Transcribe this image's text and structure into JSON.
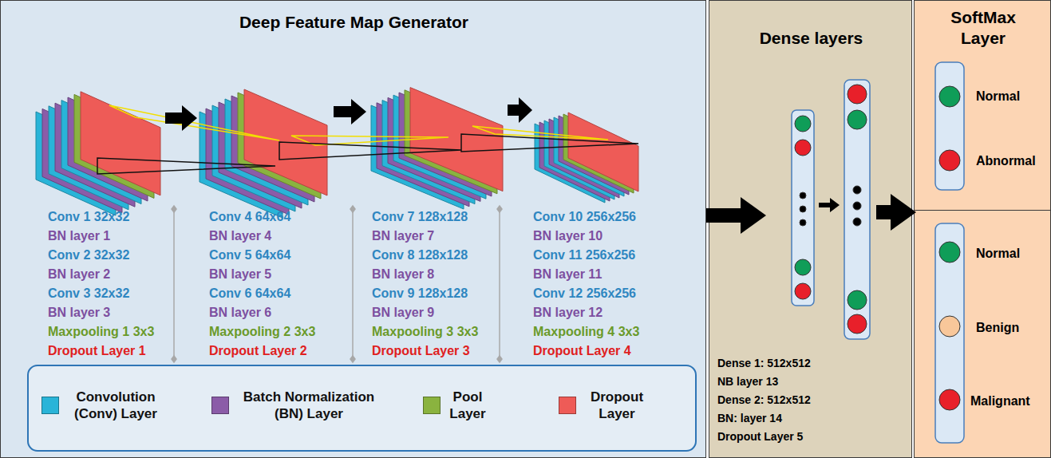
{
  "diagram": {
    "nodes": [
      {
        "text": [
          "Deep Feature Map Generator"
        ]
      },
      {
        "text": [
          "Dense layers",
          "Dense 1: 512x512",
          "NB layer 13",
          "Dense 2: 512x512",
          "BN: layer 14",
          "Dropout Layer 5"
        ]
      },
      {
        "text": [
          "SoftMax Layer"
        ]
      },
      {
        "text": [
          "Normal",
          "Abnormal"
        ],
        "in": 2
      },
      {
        "text": [
          "Normal",
          "Benign",
          "Malignant"
        ],
        "in": 2
      }
    ],
    "edges": [
      {
        "from": 0,
        "to": 1,
        "arrow": "to"
      },
      {
        "from": 1,
        "to": 2,
        "arrow": "to"
      }
    ],
    "labels": [
      "Conv 1 32x32",
      "BN layer 1",
      "Conv 2 32x32",
      "BN layer 2",
      "Conv 3 32x32",
      "BN layer 3",
      "Maxpooling 1 3x3",
      "Dropout Layer 1",
      "Conv 4 64x64",
      "BN layer 4",
      "Conv 5 64x64",
      "BN layer 5",
      "Conv 6 64x64",
      "BN layer 6",
      "Maxpooling 2 3x3",
      "Dropout Layer 2",
      "Conv 7 128x128",
      "BN layer 7",
      "Conv 8 128x128",
      "BN layer 8",
      "Conv 9 128x128",
      "BN layer 9",
      "Maxpooling 3 3x3",
      "Dropout Layer 3",
      "Conv 10 256x256",
      "BN layer 10",
      "Conv 11 256x256",
      "BN layer 11",
      "Conv 12 256x256",
      "BN layer 12",
      "Maxpooling 4 3x3",
      "Dropout Layer 4"
    ],
    "legend": [
      {
        "text": "Convolution (Conv) Layer",
        "color": "#29b4d8"
      },
      {
        "text": "Batch Normalization (BN) Layer",
        "color": "#8b5ca8"
      },
      {
        "text": "Pool Layer",
        "color": "#8ab33f"
      },
      {
        "text": "Dropout Layer",
        "color": "#ee5b57"
      }
    ]
  }
}
